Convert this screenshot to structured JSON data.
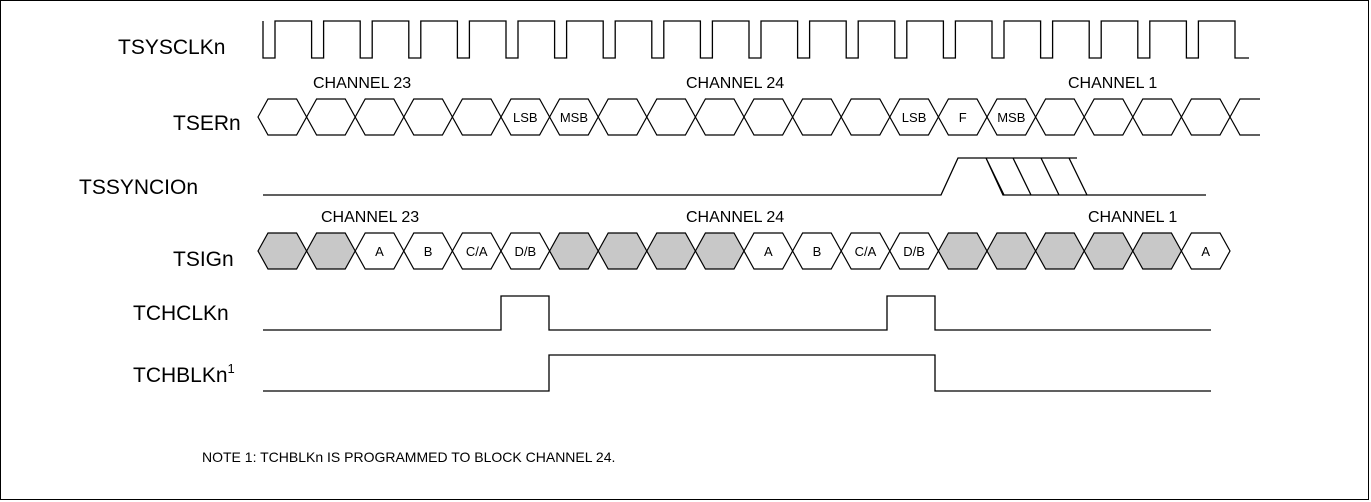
{
  "signals": {
    "tsysclk": "TSYSCLKn",
    "tser": "TSERn",
    "tssyncio": "TSSYNCIOn",
    "tsig": "TSIGn",
    "tchclk": "TCHCLKn",
    "tchblk": "TCHBLKn",
    "tchblk_sup": "1"
  },
  "tser_row": {
    "channels": [
      "CHANNEL 23",
      "CHANNEL 24",
      "CHANNEL 1"
    ],
    "cells": [
      "",
      "",
      "",
      "",
      "",
      "LSB",
      "MSB",
      "",
      "",
      "",
      "",
      "",
      "",
      "LSB",
      "F",
      "MSB",
      "",
      "",
      "",
      ""
    ]
  },
  "tsig_row": {
    "channels": [
      "CHANNEL 23",
      "CHANNEL 24",
      "CHANNEL 1"
    ],
    "cells": [
      {
        "label": "",
        "shaded": true
      },
      {
        "label": "",
        "shaded": true
      },
      {
        "label": "A",
        "shaded": false
      },
      {
        "label": "B",
        "shaded": false
      },
      {
        "label": "C/A",
        "shaded": false
      },
      {
        "label": "D/B",
        "shaded": false
      },
      {
        "label": "",
        "shaded": true
      },
      {
        "label": "",
        "shaded": true
      },
      {
        "label": "",
        "shaded": true
      },
      {
        "label": "",
        "shaded": true
      },
      {
        "label": "A",
        "shaded": false
      },
      {
        "label": "B",
        "shaded": false
      },
      {
        "label": "C/A",
        "shaded": false
      },
      {
        "label": "D/B",
        "shaded": false
      },
      {
        "label": "",
        "shaded": true
      },
      {
        "label": "",
        "shaded": true
      },
      {
        "label": "",
        "shaded": true
      },
      {
        "label": "",
        "shaded": true
      },
      {
        "label": "",
        "shaded": true
      },
      {
        "label": "A",
        "shaded": false
      }
    ]
  },
  "note": "NOTE 1: TCHBLKn IS PROGRAMMED TO BLOCK CHANNEL 24.",
  "colors": {
    "line": "#000000",
    "shade": "#c8c8c8",
    "background": "#ffffff"
  }
}
